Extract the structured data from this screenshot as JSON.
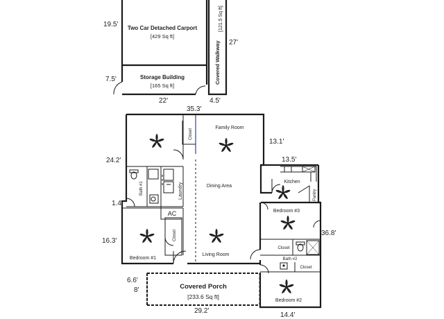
{
  "dimensions": {
    "carport_height": "19.5'",
    "storage_height": "7.5'",
    "outbuilding_width": "22'",
    "walkway_width": "4.5'",
    "walkway_length": "27'",
    "house_top_width": "35.3'",
    "family_room_depth": "13.1'",
    "kitchen_width": "13.5'",
    "west_wing_height": "24.2'",
    "west_jog": "1.4'",
    "bedroom1_height": "16.3'",
    "east_wing_height": "36.8'",
    "porch_depth_a": "6.6'",
    "porch_depth_b": "8'",
    "porch_width": "29.2'",
    "bedroom2_width": "14.4'"
  },
  "spaces": {
    "carport_title": "Two Car Detached Carport",
    "carport_area": "[429 Sq ft]",
    "storage_title": "Storage Building",
    "storage_area": "[165 Sq ft]",
    "walkway_title": "Covered Walkway",
    "walkway_area": "[121.5 Sq ft]",
    "porch_title": "Covered Porch",
    "porch_area": "[233.6 Sq ft]"
  },
  "rooms": {
    "family_room": "Family Room",
    "dining_area": "Dining Area",
    "living_room": "Living Room",
    "kitchen": "Kitchen",
    "pantry": "Pantry",
    "laundry": "Laundry",
    "bath1": "Bath #1",
    "bath2": "Bath #2",
    "bedroom1": "Bedroom #1",
    "bedroom2": "Bedroom #2",
    "bedroom3": "Bedroom #3",
    "closet": "Closet",
    "ac": "AC"
  },
  "icons": [
    "ceiling-fan-icon",
    "toilet-icon",
    "sink-icon",
    "shower-icon",
    "tub-icon",
    "stove-icon",
    "washer-icon",
    "dryer-icon",
    "door-swing-icon"
  ]
}
